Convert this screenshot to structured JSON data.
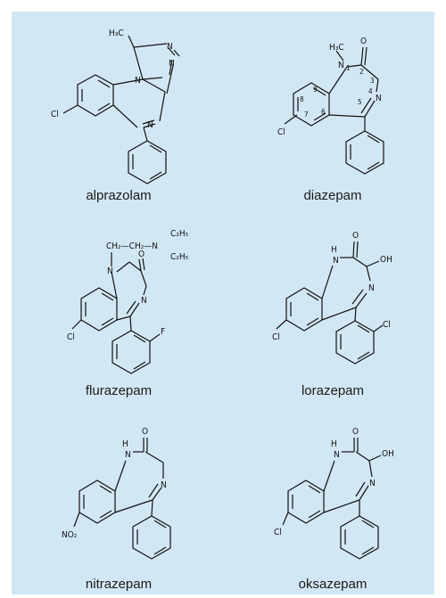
{
  "compounds": [
    {
      "name": "alprazolam",
      "labels": {
        "methyl": "H₃C",
        "n_top_right": "N",
        "n_right": "N",
        "n_bridge": "N",
        "n_imine": "N",
        "cl": "Cl"
      }
    },
    {
      "name": "diazepam",
      "labels": {
        "methyl": "H₃C",
        "n1": "N",
        "n1_num": "1",
        "o": "O",
        "n4": "N",
        "num2": "2",
        "num3": "3",
        "num4": "4",
        "num5": "5",
        "num6": "6",
        "num7": "7",
        "num8": "8",
        "num9": "9",
        "cl": "Cl"
      }
    },
    {
      "name": "flurazepam",
      "labels": {
        "chain": "CH₂—CH₂—N",
        "ethyl_top": "C₂H₅",
        "ethyl_bottom": "C₂H₅",
        "n1": "N",
        "o": "O",
        "n4": "N",
        "cl": "Cl",
        "f": "F"
      }
    },
    {
      "name": "lorazepam",
      "labels": {
        "nh": "H",
        "n1": "N",
        "o": "O",
        "oh": "OH",
        "n4": "N",
        "cl_ring": "Cl",
        "cl_phenyl": "Cl"
      }
    },
    {
      "name": "nitrazepam",
      "labels": {
        "nh": "H",
        "n1": "N",
        "o": "O",
        "n4": "N",
        "no2": "NO₂"
      }
    },
    {
      "name": "oksazepam",
      "labels": {
        "nh": "H",
        "n1": "N",
        "o": "O",
        "oh": "OH",
        "n4": "N",
        "cl": "Cl"
      }
    }
  ]
}
